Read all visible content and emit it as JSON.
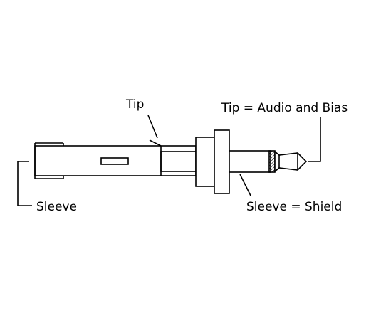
{
  "labels": {
    "tip": "Tip",
    "tip_function": "Tip = Audio and Bias",
    "sleeve": "Sleeve",
    "sleeve_function": "Sleeve = Shield"
  },
  "colors": {
    "stroke": "#000000",
    "background": "#ffffff",
    "hatch": "#000000"
  }
}
